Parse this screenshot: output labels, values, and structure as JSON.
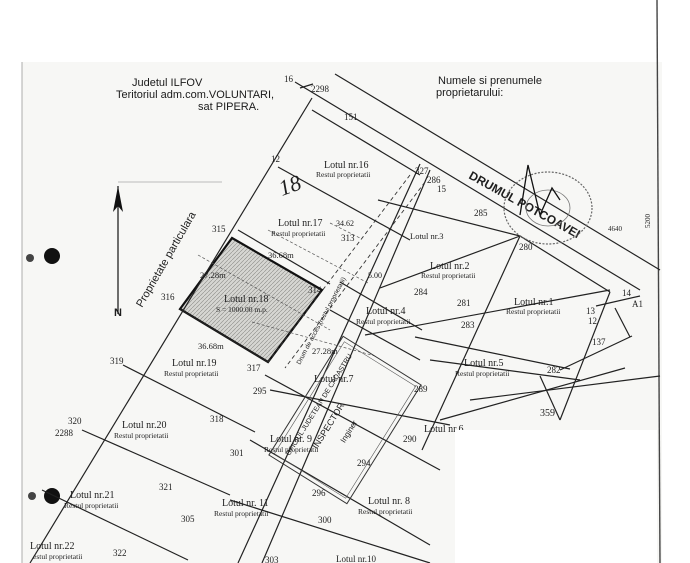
{
  "header": {
    "line1": "Judetul ILFOV",
    "line2": "Teritoriul adm.com.VOLUNTARI,",
    "line3": "sat PIPERA.",
    "owner_line1": "Numele si prenumele",
    "owner_line2": "proprietarului:"
  },
  "road": {
    "name": "DRUMUL POTCOAVEI",
    "side_name": "Proprietate particulara"
  },
  "access_road": "Drum de acces (restul proprietatii)",
  "handwriting": {
    "lot_ref": "18"
  },
  "lots": [
    {
      "label": "Lotul nr.16",
      "sub": "Restul proprietatii"
    },
    {
      "label": "Lotul nr.17",
      "sub": "Restul proprietatii"
    },
    {
      "label": "Lotul nr.3",
      "sub": ""
    },
    {
      "label": "Lotul nr.2",
      "sub": "Restul proprietatii"
    },
    {
      "label": "Lotul nr.18",
      "sub": "S = 1000.00 m.p."
    },
    {
      "label": "Lotul nr.4",
      "sub": "Restul proprietatii"
    },
    {
      "label": "Lotul nr.1",
      "sub": "Restul proprietatii"
    },
    {
      "label": "Lotul nr.19",
      "sub": "Restul proprietatii"
    },
    {
      "label": "Lotul nr.7",
      "sub": ""
    },
    {
      "label": "Lotul nr.5",
      "sub": "Restul proprietatii"
    },
    {
      "label": "Lotul nr.20",
      "sub": "Restul proprietatii"
    },
    {
      "label": "Lotul nr. 9",
      "sub": "Restul proprietatii"
    },
    {
      "label": "Lotul nr.21",
      "sub": "Restul proprietatii"
    },
    {
      "label": "Lotul nr. 11",
      "sub": "Restul proprietatii"
    },
    {
      "label": "Lotul nr. 8",
      "sub": "Restul proprietatii"
    },
    {
      "label": "Lotul nr.22",
      "sub": "estul proprietatii"
    }
  ],
  "lot6_fragment": "Lotul nr.6",
  "lot10_fragment": "Lotul nr.10",
  "dimensions": [
    "36.68m",
    "27.28m",
    "36.68m",
    "27.28m",
    "34.62",
    "5.00"
  ],
  "points": [
    "16",
    "2298",
    "151",
    "12",
    "327",
    "286",
    "15",
    "285",
    "280",
    "315",
    "313",
    "284",
    "281",
    "283",
    "316",
    "314",
    "319",
    "317",
    "295",
    "289",
    "290",
    "294",
    "282",
    "320",
    "2288",
    "318",
    "301",
    "321",
    "296",
    "305",
    "300",
    "322",
    "303",
    "137",
    "13",
    "12",
    "14",
    "A1",
    "359",
    "4640",
    "5200"
  ],
  "stamp": {
    "line1": "OFICIUL JUDETEAN DE CADASTRU",
    "line2": "INSPECTOR",
    "line3": "Inginer"
  }
}
